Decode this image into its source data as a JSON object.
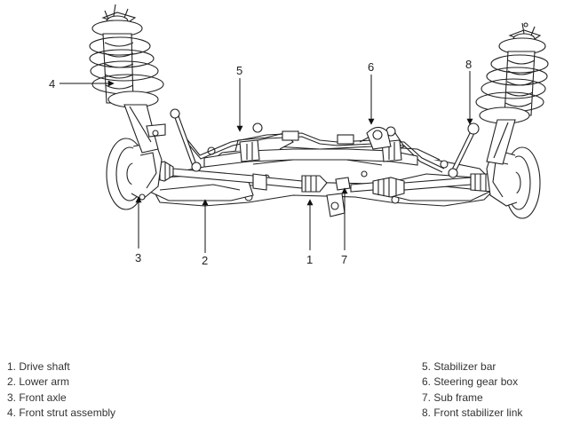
{
  "callouts": {
    "c1": "1",
    "c2": "2",
    "c3": "3",
    "c4": "4",
    "c5": "5",
    "c6": "6",
    "c7": "7",
    "c8": "8"
  },
  "legend": {
    "left": [
      "1. Drive shaft",
      "2. Lower arm",
      "3. Front axle",
      "4. Front strut assembly"
    ],
    "right": [
      "5. Stabilizer bar",
      "6. Steering gear box",
      "7. Sub frame",
      "8. Front stabilizer link"
    ]
  }
}
